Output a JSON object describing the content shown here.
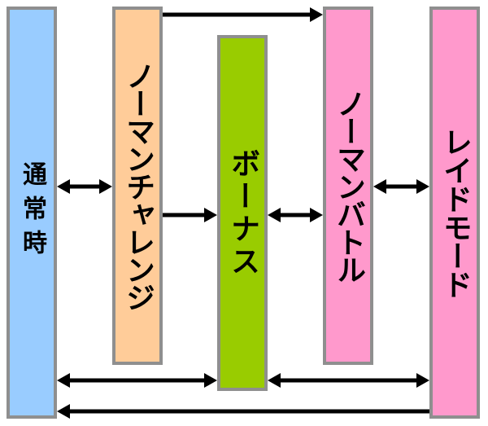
{
  "diagram": {
    "nodes": [
      {
        "id": "normal",
        "label": "通常時",
        "color": "#99ccff"
      },
      {
        "id": "normal_challenge",
        "label": "ノーマンチャレンジ",
        "color": "#ffcc99"
      },
      {
        "id": "bonus",
        "label": "ボーナス",
        "color": "#99cc00"
      },
      {
        "id": "normal_battle",
        "label": "ノーマンバトル",
        "color": "#ff99cc"
      },
      {
        "id": "raid_mode",
        "label": "レイドモード",
        "color": "#ff99cc"
      }
    ],
    "edges": [
      {
        "from": "normal_challenge",
        "to": "normal_battle",
        "direction": "one-way"
      },
      {
        "from": "normal",
        "to": "normal_challenge",
        "direction": "two-way"
      },
      {
        "from": "normal_challenge",
        "to": "bonus",
        "direction": "one-way"
      },
      {
        "from": "bonus",
        "to": "normal_battle",
        "direction": "two-way"
      },
      {
        "from": "normal_battle",
        "to": "raid_mode",
        "direction": "two-way"
      },
      {
        "from": "normal",
        "to": "bonus",
        "direction": "two-way"
      },
      {
        "from": "bonus",
        "to": "raid_mode",
        "direction": "two-way"
      },
      {
        "from": "raid_mode",
        "to": "normal",
        "direction": "one-way"
      }
    ],
    "border_color": "#8f8f8f",
    "arrow_color": "#000000"
  }
}
